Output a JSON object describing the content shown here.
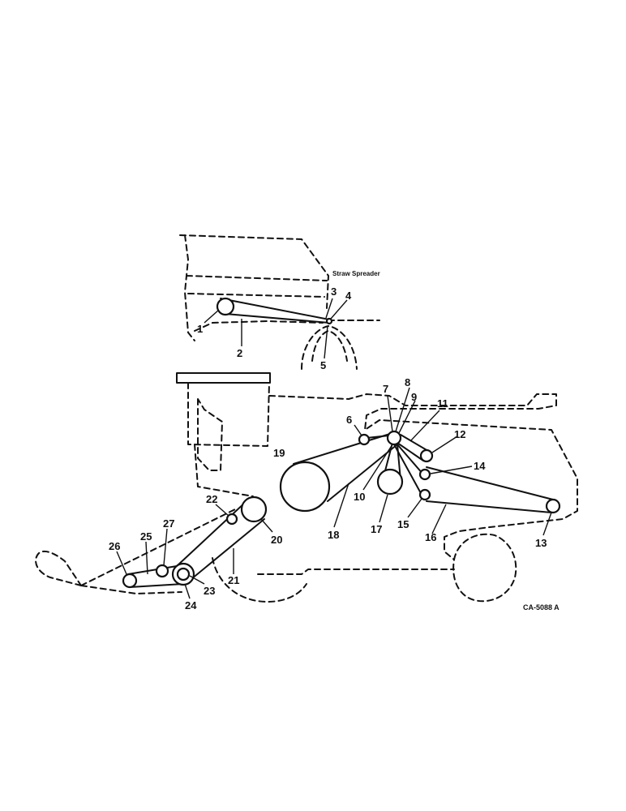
{
  "labels": {
    "straw_spreader": "Straw Spreader",
    "figure_id": "CA-5088 A"
  },
  "callouts": [
    "1",
    "2",
    "3",
    "4",
    "5",
    "6",
    "7",
    "8",
    "9",
    "10",
    "11",
    "12",
    "13",
    "14",
    "15",
    "16",
    "17",
    "18",
    "19",
    "20",
    "21",
    "22",
    "23",
    "24",
    "25",
    "26",
    "27"
  ]
}
